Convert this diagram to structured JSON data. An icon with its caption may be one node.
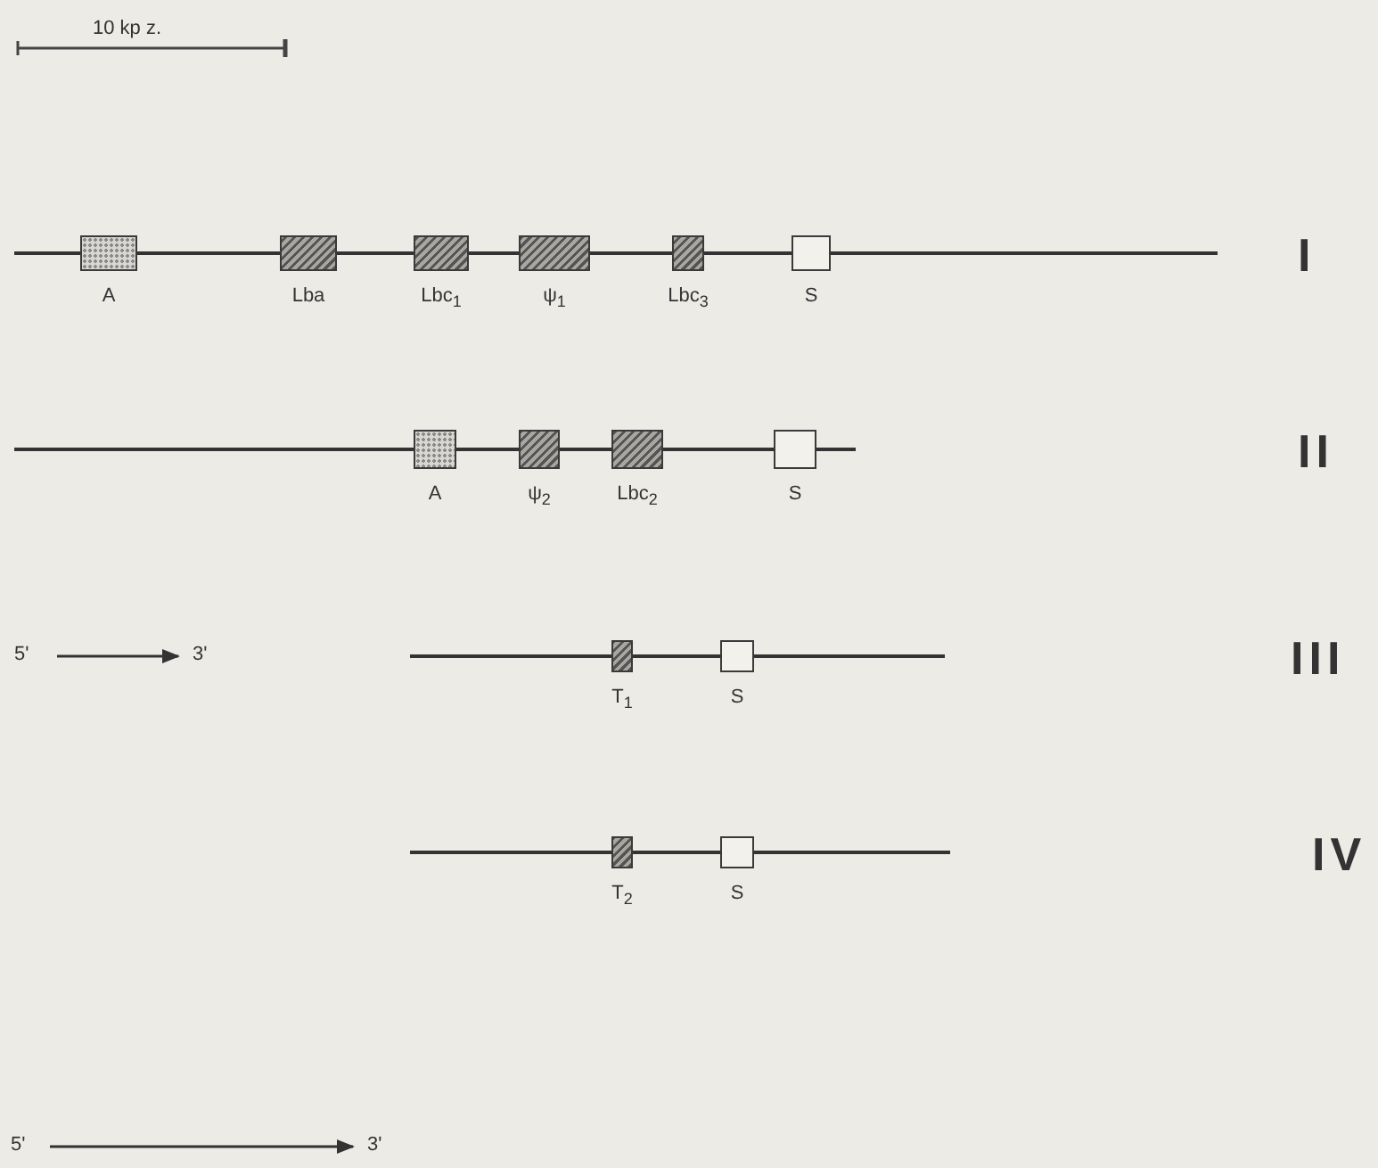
{
  "diagram": {
    "nodes": [
      {
        "text": [
          "A"
        ]
      },
      {
        "text": [
          "Lba"
        ]
      },
      {
        "text": [
          "Lbc$_{1}$"
        ]
      },
      {
        "text": [
          "ψ$_{1}$"
        ]
      },
      {
        "text": [
          "Lbc$_{3}$"
        ]
      },
      {
        "text": [
          "S"
        ]
      },
      {
        "text": [
          "A"
        ]
      },
      {
        "text": [
          "ψ$_{2}$"
        ]
      },
      {
        "text": [
          "Lbc$_{2}$"
        ]
      },
      {
        "text": [
          "S"
        ]
      },
      {
        "text": [
          "T$_{1}$"
        ]
      },
      {
        "text": [
          "S"
        ]
      },
      {
        "text": [
          "T$_{2}$"
        ]
      },
      {
        "text": [
          "S"
        ]
      }
    ],
    "labels": [
      "10 kp z.",
      "I",
      "II",
      "5'",
      "3'",
      "III",
      "IV",
      "5'",
      "3'"
    ]
  }
}
